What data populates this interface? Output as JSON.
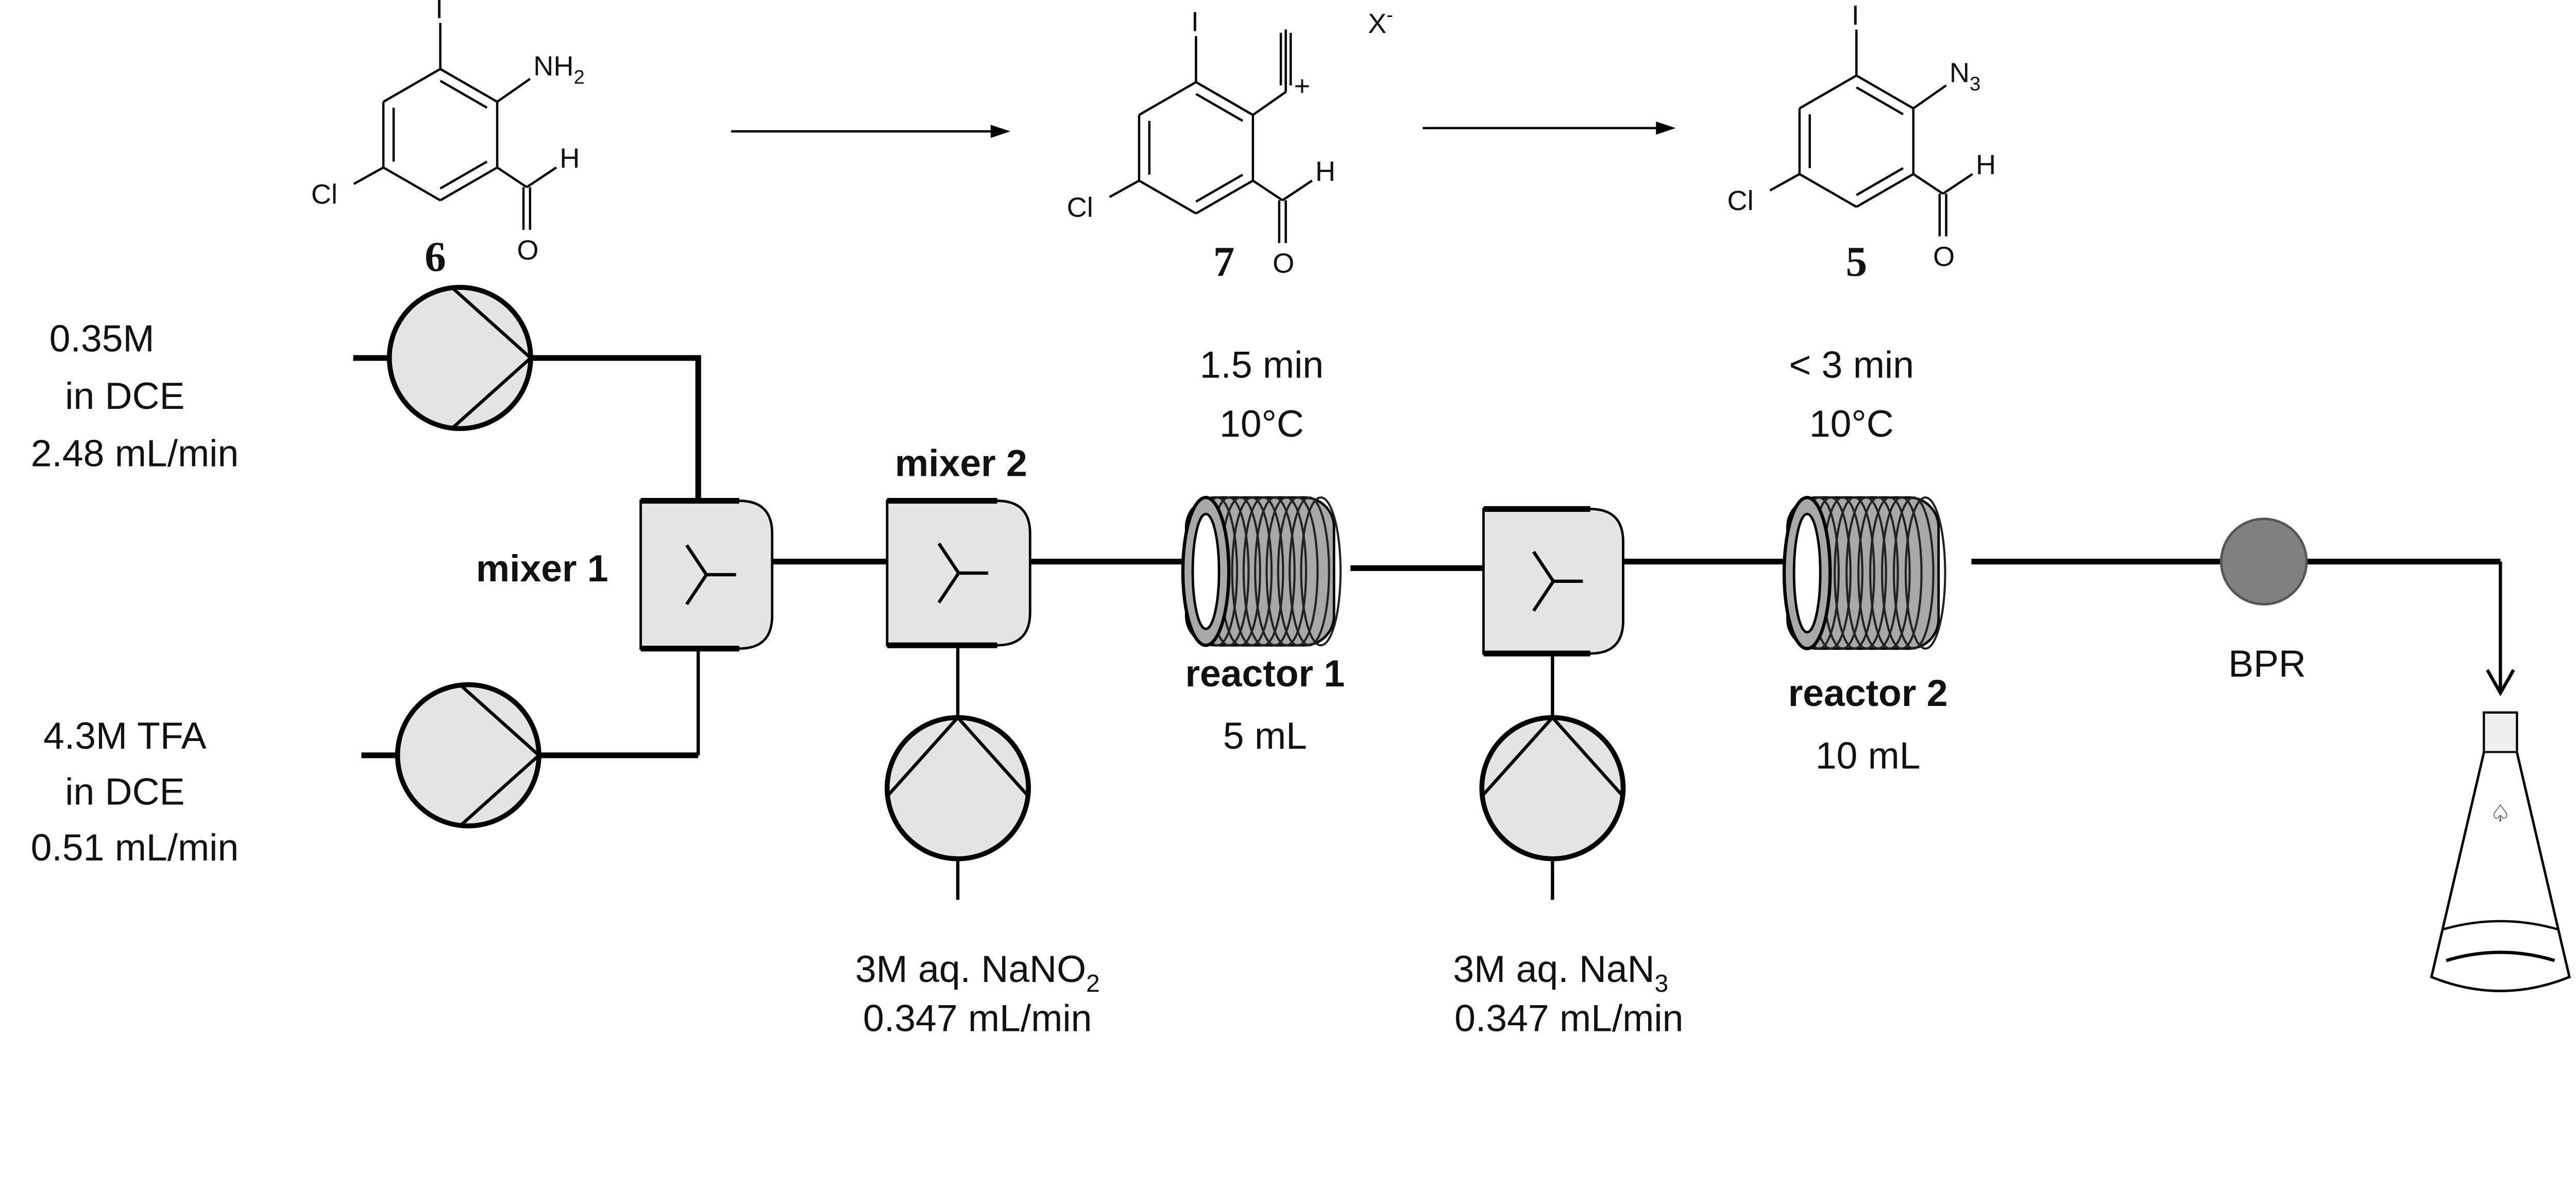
{
  "scheme": {
    "compounds": [
      {
        "number": "6",
        "top": "I",
        "ortho": "NH",
        "ortho_sub": "2",
        "ortho_sup": "",
        "halide": "Cl",
        "ald_h": "H",
        "ald_o": "O",
        "counterion": ""
      },
      {
        "number": "7",
        "top": "I",
        "ortho": "N",
        "ortho_sub": "",
        "ortho_sup": "+",
        "halide": "Cl",
        "ald_h": "H",
        "ald_o": "O",
        "counterion": "X",
        "counterion_sup": "-"
      },
      {
        "number": "5",
        "top": "I",
        "ortho": "N",
        "ortho_sub": "3",
        "ortho_sup": "",
        "halide": "Cl",
        "ald_h": "H",
        "ald_o": "O",
        "counterion": ""
      }
    ]
  },
  "feeds": {
    "feed1": {
      "line1": "0.35M",
      "line2": "in DCE",
      "line3": "2.48 mL/min"
    },
    "feed2": {
      "line1": "4.3M TFA",
      "line2": "in DCE",
      "line3": "0.51 mL/min"
    },
    "feed3": {
      "prefix": "3M aq. NaNO",
      "sub": "2",
      "rate": "0.347 mL/min"
    },
    "feed4": {
      "prefix": "3M aq. NaN",
      "sub": "3",
      "rate": "0.347 mL/min"
    }
  },
  "mixers": {
    "mixer1": "mixer 1",
    "mixer2": "mixer 2"
  },
  "reactors": {
    "reactor1": {
      "time": "1.5 min",
      "temp": "10°C",
      "name": "reactor 1",
      "volume": "5 mL"
    },
    "reactor2": {
      "time": "< 3 min",
      "temp": "10°C",
      "name": "reactor 2",
      "volume": "10 mL"
    }
  },
  "bpr": {
    "label": "BPR",
    "color": "#808080"
  },
  "colors": {
    "equipment_fill": "#e4e4e4",
    "coil_fill": "#a8a8a8"
  }
}
